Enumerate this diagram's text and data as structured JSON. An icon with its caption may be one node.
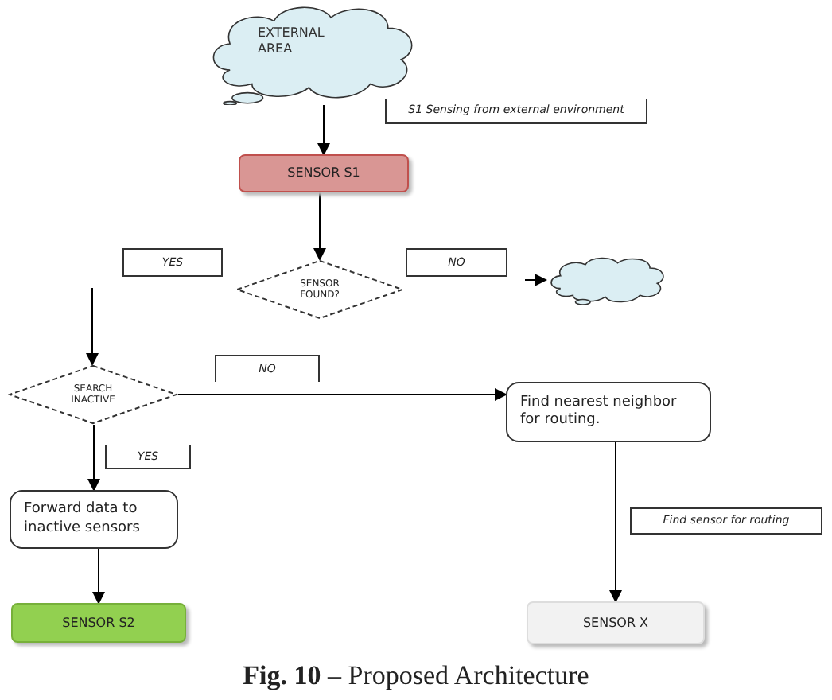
{
  "diagram": {
    "caption": "**Fig. 10** – Proposed Architecture",
    "nodes": [
      {
        "text": [
          "EXTERNAL AREA"
        ]
      },
      {
        "text": [
          "SENSOR S1"
        ]
      },
      {
        "text": [
          "SENSOR FOUND?"
        ]
      },
      {
        "text": [],
        "shape": "cloud"
      },
      {
        "text": [
          "SEARCH INACTIVE"
        ]
      },
      {
        "text": [
          "Find nearest neighbor for routing."
        ]
      },
      {
        "text": [
          "Forward data to inactive sensors"
        ]
      },
      {
        "text": [
          "SENSOR S2"
        ]
      },
      {
        "text": [
          "SENSOR X"
        ]
      }
    ],
    "edges": [
      {
        "from": 0,
        "to": 1,
        "arrow": "to"
      },
      {
        "from": 1,
        "to": 2,
        "arrow": "to"
      },
      {
        "from": null,
        "to": 4,
        "arrow": "to"
      },
      {
        "from": null,
        "to": 3,
        "arrow": "to"
      },
      {
        "from": 4,
        "to": 5,
        "arrow": "to"
      },
      {
        "from": 4,
        "to": 6,
        "arrow": "to"
      },
      {
        "from": 6,
        "to": 7,
        "arrow": "to"
      },
      {
        "from": 5,
        "to": 8,
        "arrow": "to"
      }
    ],
    "labels": [
      "S1 Sensing from external environment",
      "YES",
      "NO",
      "NO",
      "YES",
      "Find sensor for routing"
    ]
  }
}
